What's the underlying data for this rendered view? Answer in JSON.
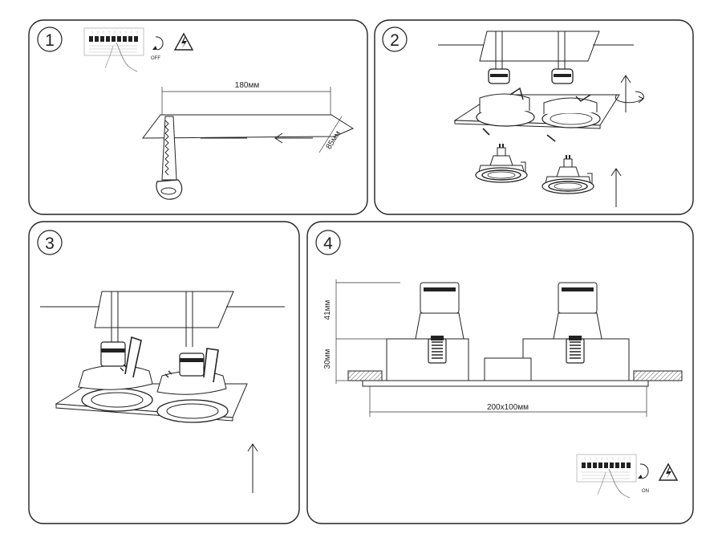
{
  "steps": [
    {
      "number": "1",
      "labels": {
        "width": "180мм",
        "depth": "85мм",
        "switch": "OFF"
      }
    },
    {
      "number": "2"
    },
    {
      "number": "3"
    },
    {
      "number": "4",
      "labels": {
        "height_top": "41мм",
        "height_bottom": "30мм",
        "frame": "200x100мм",
        "switch": "ON"
      }
    }
  ],
  "icons": [
    "circuit-breaker-icon",
    "high-voltage-warning-icon",
    "saw-icon",
    "lamp-icon",
    "rotate-arrow-icon",
    "up-arrow-icon"
  ]
}
